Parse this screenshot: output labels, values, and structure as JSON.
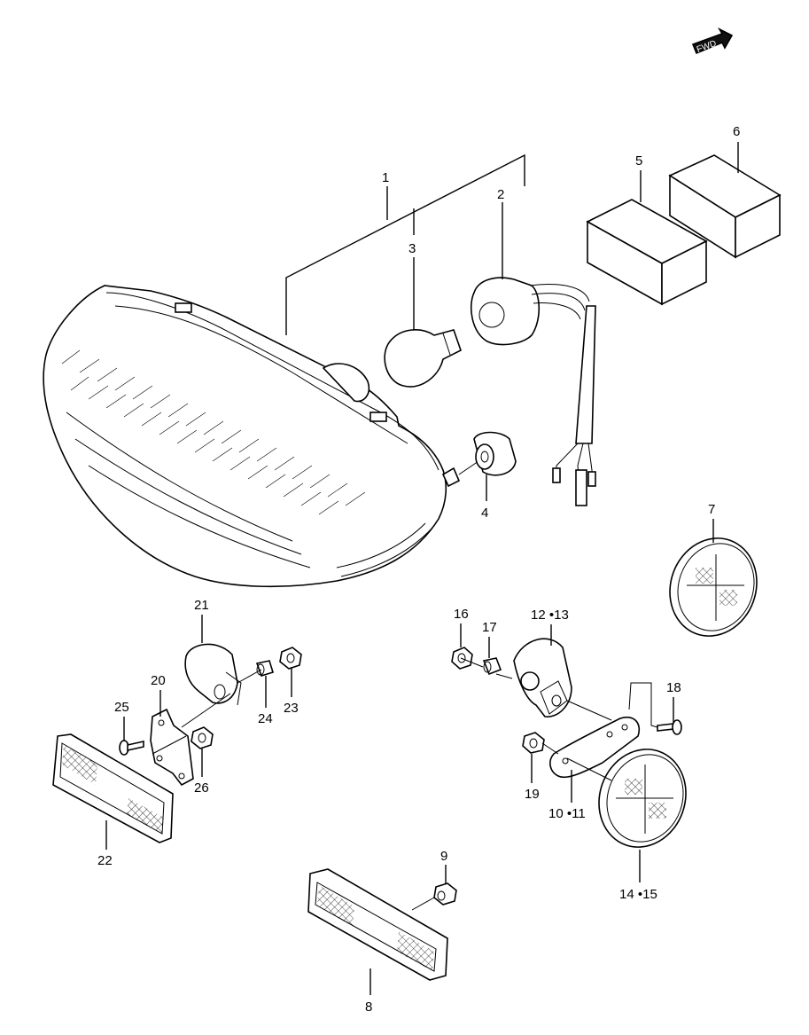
{
  "fwd_badge": "FWD",
  "callouts": {
    "c1": "1",
    "c2": "2",
    "c3": "3",
    "c4": "4",
    "c5": "5",
    "c6": "6",
    "c7": "7",
    "c8": "8",
    "c9": "9",
    "c10_11": "10 •11",
    "c12_13": "12 •13",
    "c14_15": "14 •15",
    "c16": "16",
    "c17": "17",
    "c18": "18",
    "c19": "19",
    "c20": "20",
    "c21": "21",
    "c22": "22",
    "c23": "23",
    "c24": "24",
    "c25": "25",
    "c26": "26"
  }
}
